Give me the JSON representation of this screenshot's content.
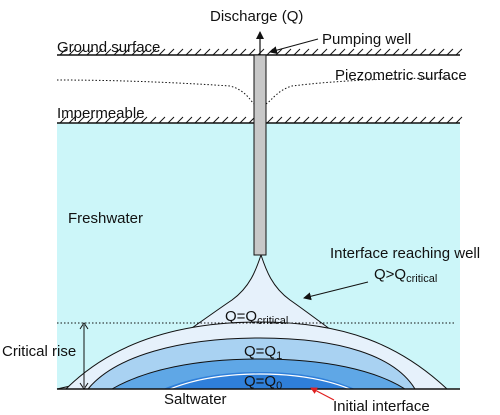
{
  "labels": {
    "discharge": "Discharge (Q)",
    "ground_surface": "Ground surface",
    "pumping_well": "Pumping well",
    "piezometric_surface": "Piezometric surface",
    "impermeable": "Impermeable",
    "freshwater": "Freshwater",
    "interface_reaching_well": "Interface reaching well",
    "q_gt_qcritical_main": "Q>Q",
    "q_gt_qcritical_sub": "critical",
    "q_eq_qcritical_main": "Q=Q",
    "q_eq_qcritical_sub": "critical",
    "critical_rise": "Critical rise",
    "q_eq_q1_main": "Q=Q",
    "q_eq_q1_sub": "1",
    "q_eq_q0_main": "Q=Q",
    "q_eq_q0_sub": "0",
    "saltwater": "Saltwater",
    "initial_interface": "Initial interface"
  },
  "colors": {
    "freshwater": "#ccf6f9",
    "interface_critical_zone": "#e6f1fb",
    "zone_q1": "#a9d2f2",
    "zone_q0": "#5fa7e6",
    "zone_initial": "#2f7fd9",
    "well_casing": "#c8c8c8",
    "line": "#111111",
    "initial_interface_arrow": "#e02020"
  }
}
